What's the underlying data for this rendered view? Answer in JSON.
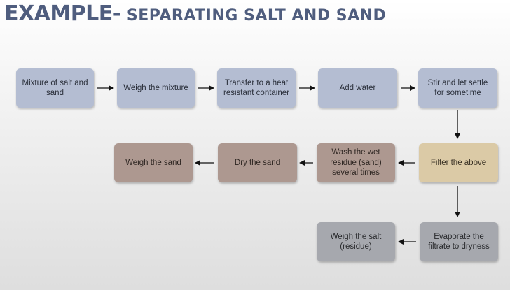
{
  "title": {
    "prefix": "EXAMPLE-",
    "rest": " SEPARATING SALT AND SAND"
  },
  "colors": {
    "title": "#4f5d7e",
    "blue_box": "#b4bdd2",
    "brown_box": "#ad9890",
    "tan_box": "#dbcaa6",
    "gray_box": "#a6a8ae"
  },
  "steps": {
    "mixture": "Mixture of salt and sand",
    "weigh_mixture": "Weigh the mixture",
    "transfer": "Transfer to a heat resistant container",
    "add_water": "Add water",
    "stir_settle": "Stir and let settle for sometime",
    "filter": "Filter the above",
    "wash_residue": "Wash the wet residue (sand) several times",
    "dry_sand": "Dry the sand",
    "weigh_sand": "Weigh the sand",
    "evaporate": "Evaporate the filtrate to dryness",
    "weigh_salt": "Weigh the salt (residue)"
  }
}
